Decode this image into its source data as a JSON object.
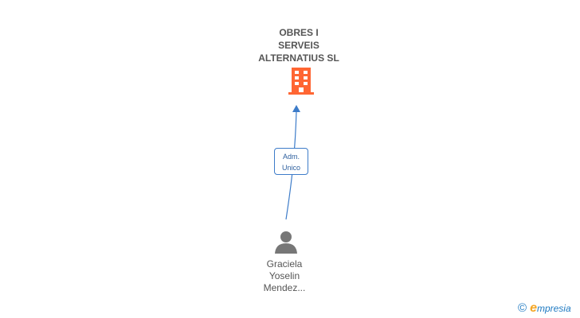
{
  "company": {
    "name_lines": [
      "OBRES I",
      "SERVEIS",
      "ALTERNATIUS SL"
    ],
    "icon": "building-icon",
    "color": "#ff6633"
  },
  "relation": {
    "label_lines": [
      "Adm.",
      "Unico"
    ],
    "color": "#3d7cc9"
  },
  "person": {
    "name_lines": [
      "Graciela",
      "Yoselin",
      "Mendez..."
    ],
    "icon": "person-icon",
    "color": "#777777"
  },
  "footer": {
    "copyright_symbol": "©",
    "brand_initial": "e",
    "brand_rest": "mpresia"
  }
}
